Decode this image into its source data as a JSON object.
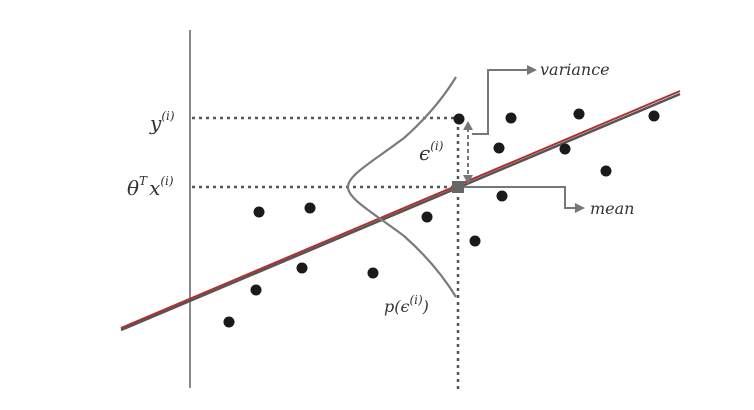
{
  "labels": {
    "y_label": "y",
    "y_sup": "(i)",
    "theta_label": "θ",
    "theta_sup": "T",
    "theta_x": "x",
    "theta_x_sup": "(i)",
    "epsilon_label": "ϵ",
    "epsilon_sup": "(i)",
    "variance_label": "variance",
    "mean_label": "mean",
    "density_label": "p(ϵ",
    "density_sup": "(i)",
    "density_close": ")"
  },
  "colors": {
    "axis": "#8a8a8a",
    "dotted_guide": "#555555",
    "points": "#1a1a1a",
    "fit_line": "#b03030",
    "fit_line_shadow": "#555555",
    "gaussian": "#7a7a7a",
    "arrow": "#777777",
    "mean_marker": "#666666"
  }
}
